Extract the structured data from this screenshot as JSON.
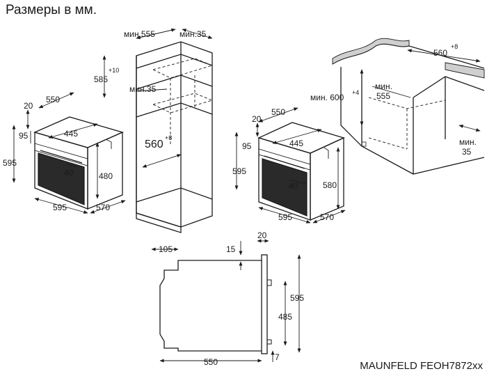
{
  "title": "Размеры в мм.",
  "model": "MAUNFELD FEOH7872xx",
  "oven_left": {
    "depth": "550",
    "front_top": "20",
    "front_offset": "95",
    "height": "595",
    "cavity_width": "445",
    "handle": "40",
    "cavity_height": "480",
    "width": "595",
    "total_depth": "570"
  },
  "column_cabinet": {
    "min_width": "мин.555",
    "min_gap": "мин.35",
    "niche_height": "585",
    "niche_height_tol": "+10",
    "min_35_mid": "мин.35",
    "niche_width": "560",
    "niche_width_tol": "+8"
  },
  "oven_right": {
    "front_top": "20",
    "depth": "550",
    "front_offset": "95",
    "height": "595",
    "cavity_width": "445",
    "handle": "40",
    "cavity_height": "580",
    "width": "595",
    "total_depth": "570"
  },
  "undercounter": {
    "min_height": "мин. 600",
    "min_height_tol": "+4",
    "min_depth_prefix": "мин.",
    "min_depth": "555",
    "width": "560",
    "width_tol": "+8",
    "min_gap_prefix": "мин.",
    "min_gap": "35"
  },
  "side_view": {
    "top_offset": "105",
    "front_top": "20",
    "front_gap": "15",
    "height": "595",
    "body_height": "485",
    "depth": "550",
    "bottom_gap": "7"
  }
}
